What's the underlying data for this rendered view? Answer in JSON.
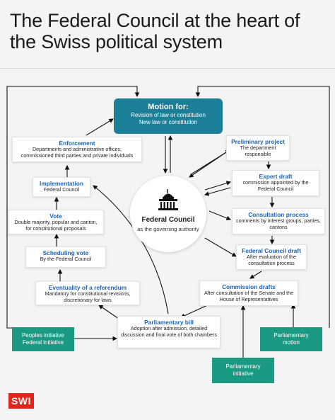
{
  "title": "The Federal Council at the heart of the Swiss political system",
  "motion": {
    "heading": "Motion for:",
    "line1": "Revision of law or constitution",
    "line2": "New law or constitution"
  },
  "center": {
    "heading": "Federal Council",
    "subtitle": "as the governing authority"
  },
  "steps": {
    "enforcement": {
      "heading": "Enforcement",
      "text": "Departments and administrative offices, commissioned third parties and private individuals"
    },
    "implementation": {
      "heading": "Implementation",
      "text": "Federal Council"
    },
    "vote": {
      "heading": "Vote",
      "text": "Double majority, popular and canton, for constitutional proposals"
    },
    "scheduling": {
      "heading": "Scheduling vote",
      "text": "By the Federal Council"
    },
    "referendum": {
      "heading": "Eventuality of a referendum",
      "text": "Mandatory for constitutional revisions, discretionary for laws"
    },
    "parliamentary_bill": {
      "heading": "Parliamentary bill",
      "text": "Adoption after admission, detailed discussion and final vote of both chambers"
    },
    "preliminary": {
      "heading": "Preliminary project",
      "text": "The department responsible"
    },
    "expert": {
      "heading": "Expert draft",
      "text": "commission appointed by the Federal Council"
    },
    "consultation": {
      "heading": "Consultation process",
      "text": "comments by interest groups, parties, cantons"
    },
    "fc_draft": {
      "heading": "Federal Council draft",
      "text": "After evaluation of the consultation process"
    },
    "commission": {
      "heading": "Commission drafts",
      "text": "After consultation of the Senate and the House of Representatives"
    }
  },
  "initiatives": {
    "peoples": {
      "line1": "Peoples initiative",
      "line2": "Federal initiative"
    },
    "motion": {
      "line1": "Parliamentary",
      "line2": "motion"
    },
    "initiative": {
      "line1": "Parliamentary",
      "line2": "initiative"
    }
  },
  "logo": "SWI",
  "colors": {
    "accent_blue": "#1d63b8",
    "motion_teal": "#1c7f98",
    "initiative_green": "#1a9a82",
    "logo_red": "#e1251b"
  }
}
